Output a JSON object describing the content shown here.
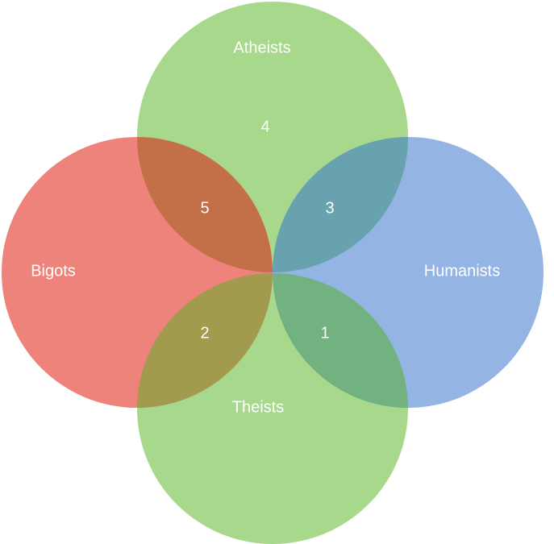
{
  "sets": [
    {
      "id": "atheists",
      "label": "Atheists",
      "color": "#a7d88c"
    },
    {
      "id": "theists",
      "label": "Theists",
      "color": "#a7d88c"
    },
    {
      "id": "bigots",
      "label": "Bigots",
      "color": "#ed837b"
    },
    {
      "id": "humanists",
      "label": "Humanists",
      "color": "#94b4e4"
    }
  ],
  "intersections": [
    {
      "sets": [
        "atheists",
        "bigots"
      ],
      "label": "5",
      "color": "#c37048"
    },
    {
      "sets": [
        "atheists",
        "humanists"
      ],
      "label": "3",
      "color": "#68a2ae"
    },
    {
      "sets": [
        "theists",
        "bigots"
      ],
      "label": "2",
      "color": "#a29b4e"
    },
    {
      "sets": [
        "theists",
        "humanists"
      ],
      "label": "1",
      "color": "#72b281"
    }
  ],
  "atheists_only": {
    "label": "4"
  }
}
